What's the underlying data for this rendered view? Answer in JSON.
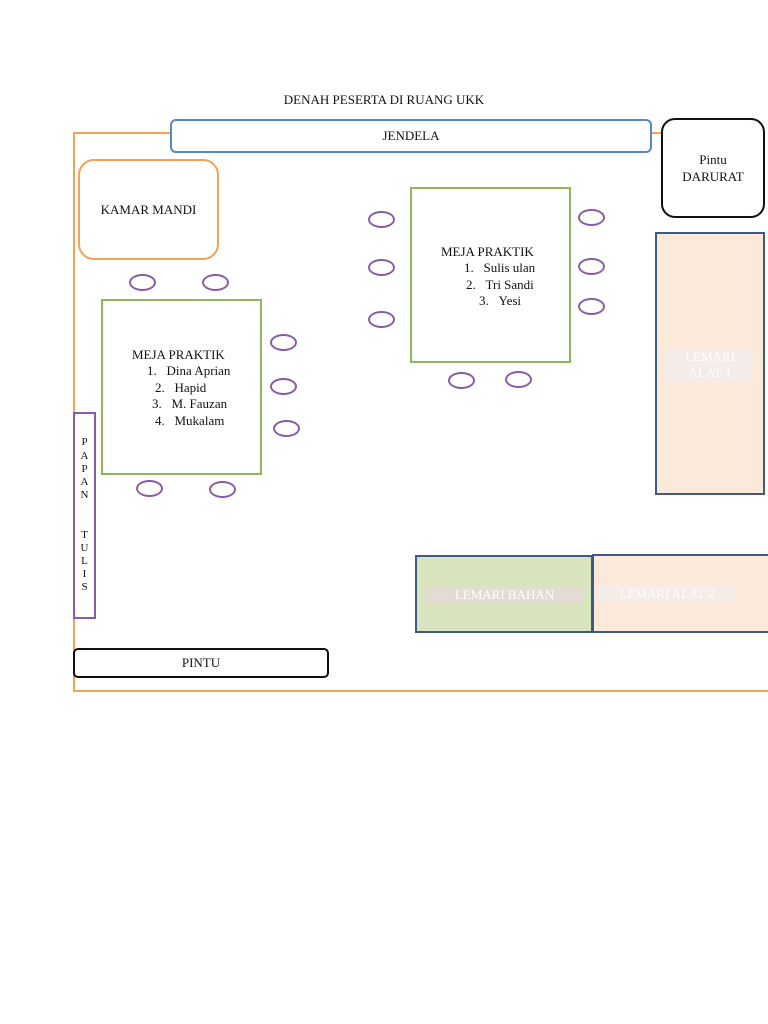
{
  "title": "DENAH PESERTA DI RUANG UKK",
  "jendela": "JENDELA",
  "pintu_darurat": {
    "line1": "Pintu",
    "line2": "DARURAT"
  },
  "kamar_mandi": "KAMAR MANDI",
  "meja1": {
    "title": "MEJA PRAKTIK",
    "members": [
      "1.   Dina Aprian",
      "2.   Hapid",
      "3.   M. Fauzan",
      "4.   Mukalam"
    ]
  },
  "meja2": {
    "title": "MEJA PRAKTIK",
    "members": [
      "1.   Sulis ulan",
      "2.   Tri Sandi",
      "3.   Yesi"
    ]
  },
  "lemari_alat_1": {
    "line1": "LEMARI",
    "line2": "ALAT 1"
  },
  "lemari_bahan": "LEMARI BAHAN",
  "lemari_alat_2": "LEMARI ALAT 2",
  "papan_tulis": [
    "P",
    "A",
    "P",
    "A",
    "N",
    "",
    "T",
    "U",
    "L",
    "I",
    "S"
  ],
  "pintu": "PINTU",
  "colors": {
    "wall": "#f0a35a",
    "window": "#5b87c5",
    "table": "#8db85a",
    "chair": "#8a5ca8",
    "cabinet_border": "#3d5a85",
    "cabinet_fill": "#fde9d9",
    "bahan_fill": "#d7e4bd"
  }
}
